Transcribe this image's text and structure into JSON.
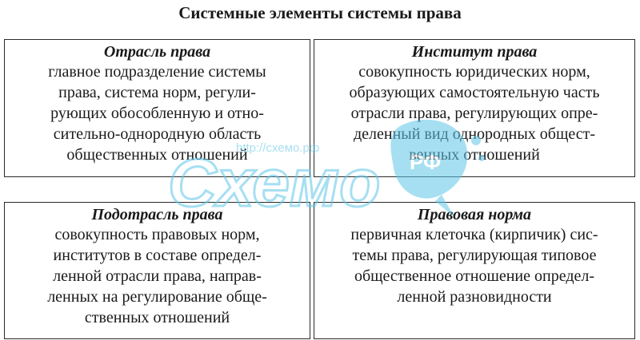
{
  "title": "Системные элементы системы права",
  "boxes": [
    {
      "heading": "Отрасль права",
      "lines": [
        "главное подразделение системы",
        "права, система норм, регули-",
        "рующих обособленную и отно-",
        "сительно-однородную область",
        "общественных отношений"
      ]
    },
    {
      "heading": "Институт права",
      "lines": [
        "совокупность юридических норм,",
        "образующих самостоятельную часть",
        "отрасли права, регулирующих опре-",
        "деленный вид однородных общест-",
        "венных отношений"
      ]
    },
    {
      "heading": "Подотрасль права",
      "lines": [
        "совокупность правовых норм,",
        "институтов в составе определ-",
        "ленной отрасли права, направ-",
        "ленных на регулирование обще-",
        "ственных отношений"
      ]
    },
    {
      "heading": "Правовая норма",
      "lines": [
        "первичная клеточка (кирпичик) сис-",
        "темы права, регулирующая типовое",
        "общественное отношение определ-",
        "ленной разновидности"
      ]
    }
  ],
  "watermark": {
    "text": "Схемо",
    "small_text": "http://схемо.рф",
    "badge": "РФ"
  },
  "colors": {
    "watermark": "#5fc6e8",
    "border": "#2a2a2a",
    "text": "#1a1a1a"
  }
}
